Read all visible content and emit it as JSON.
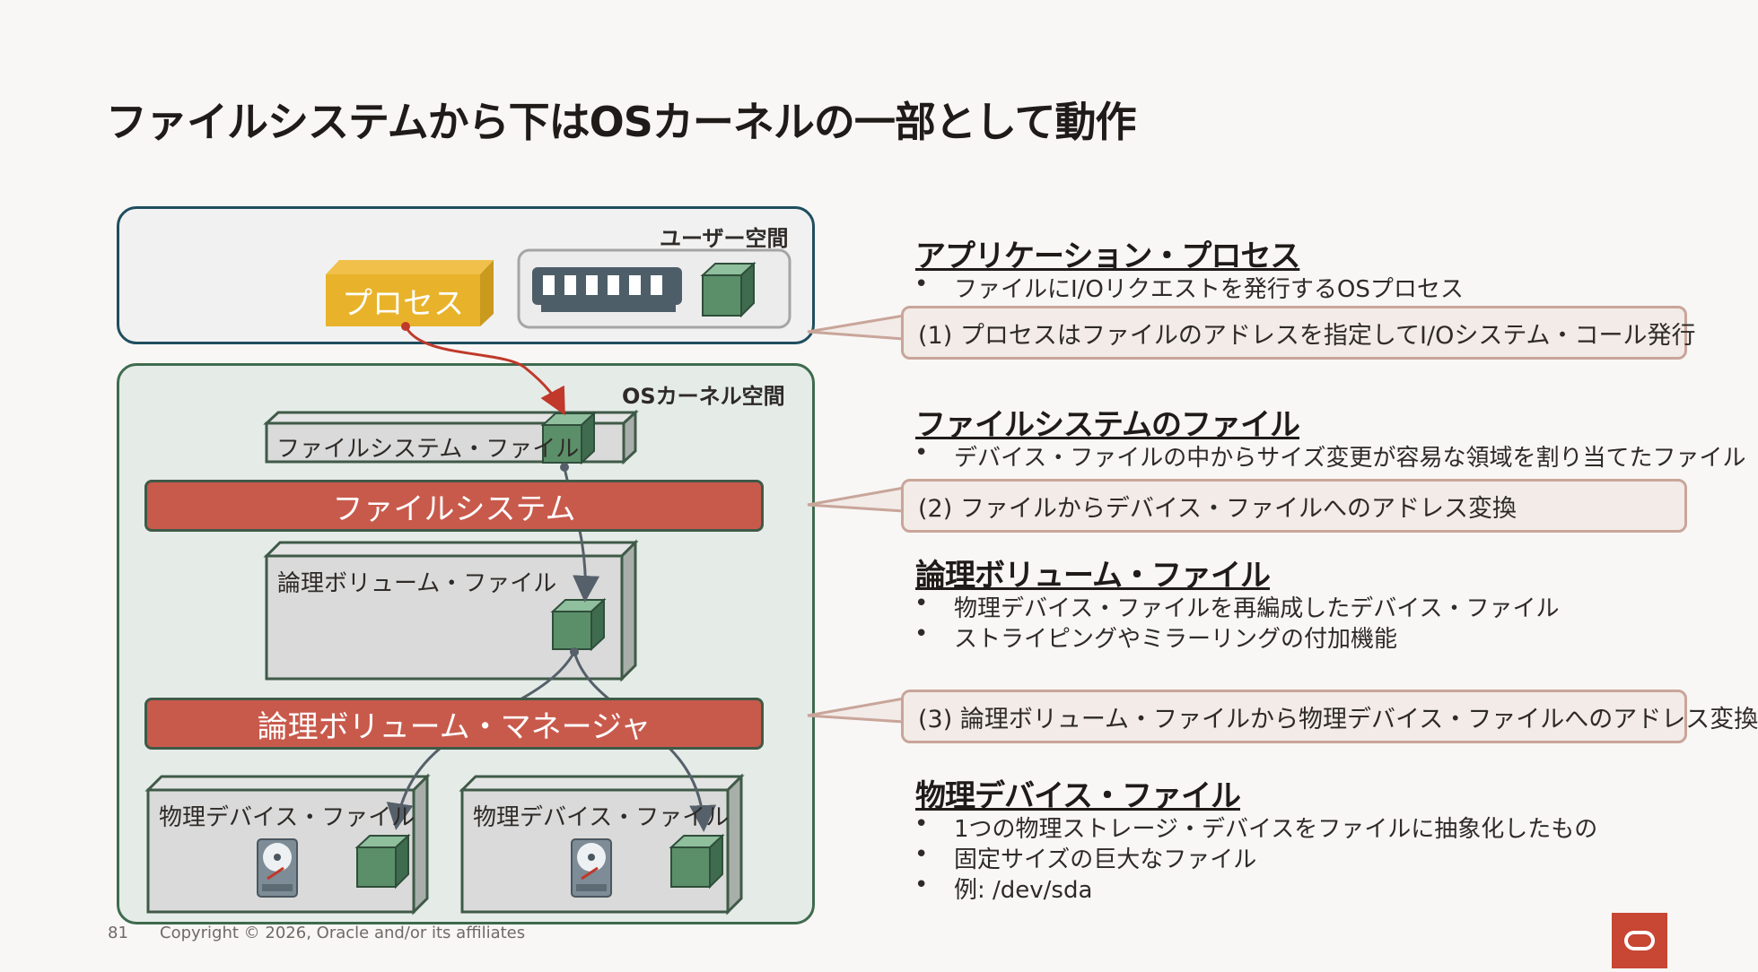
{
  "title": "ファイルシステムから下はOSカーネルの一部として動作",
  "diagram": {
    "user_space_label": "ユーザー空間",
    "os_space_label": "OSカーネル空間",
    "process_label": "プロセス",
    "fs_file_label": "ファイルシステム・ファイル",
    "file_system_band": "ファイルシステム",
    "lv_file_label": "論理ボリューム・ファイル",
    "lv_manager_band": "論理ボリューム・マネージャ",
    "phys_file_label_1": "物理デバイス・ファイル",
    "phys_file_label_2": "物理デバイス・ファイル",
    "colors": {
      "process": "#e8b32b",
      "band": "#c85a4c",
      "cube": "#5b8f69",
      "arrow": "#c0392b"
    }
  },
  "sections": {
    "app_process": {
      "heading": "アプリケーション・プロセス",
      "bullets": [
        "ファイルにI/Oリクエストを発行するOSプロセス"
      ]
    },
    "fs_file": {
      "heading": "ファイルシステムのファイル",
      "bullets": [
        "デバイス・ファイルの中からサイズ変更が容易な領域を割り当てたファイル"
      ]
    },
    "lv_file": {
      "heading": "論理ボリューム・ファイル",
      "bullets": [
        "物理デバイス・ファイルを再編成したデバイス・ファイル",
        "ストライピングやミラーリングの付加機能"
      ]
    },
    "phys_file": {
      "heading": "物理デバイス・ファイル",
      "bullets": [
        "1つの物理ストレージ・デバイスをファイルに抽象化したもの",
        "固定サイズの巨大なファイル",
        "例: /dev/sda"
      ]
    }
  },
  "callouts": {
    "c1": "(1) プロセスはファイルのアドレスを指定してI/Oシステム・コール発行",
    "c2": "(2) ファイルからデバイス・ファイルへのアドレス変換",
    "c3": "(3) 論理ボリューム・ファイルから物理デバイス・ファイルへのアドレス変換"
  },
  "footer": {
    "page_number": "81",
    "copyright": "Copyright © 2026, Oracle and/or its affiliates"
  }
}
